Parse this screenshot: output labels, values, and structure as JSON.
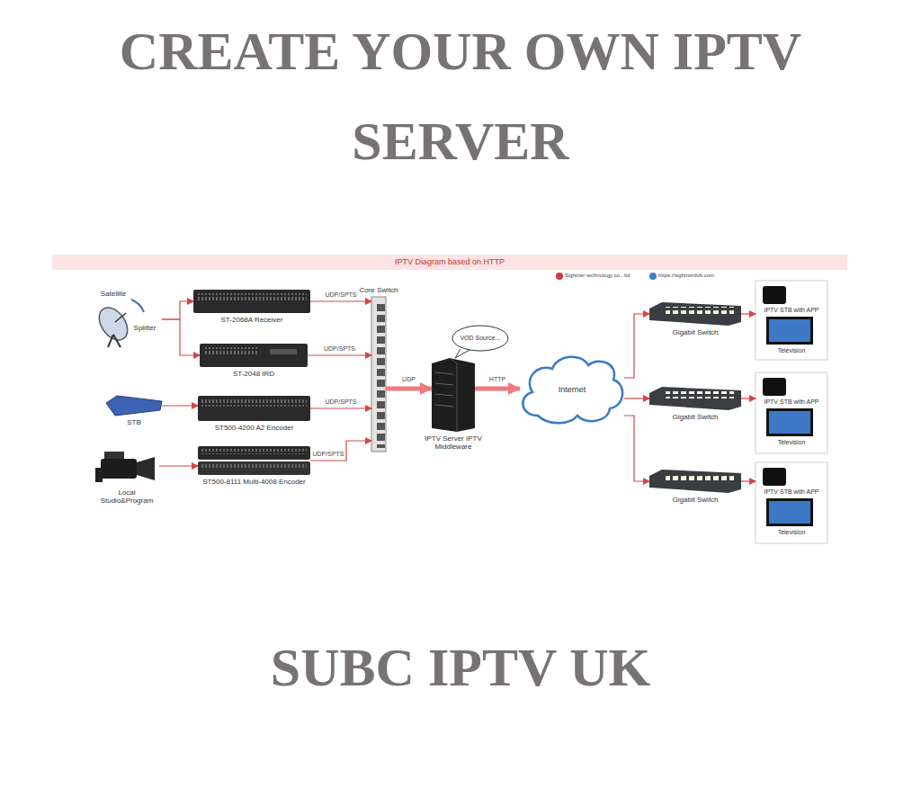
{
  "diagram": {
    "title": "CREATE YOUR OWN IPTV SERVER",
    "caption": "SUBC IPTV UK",
    "nodes": [
      {
        "text": [
          "Satellite",
          "Splitter"
        ]
      },
      {
        "text": [
          "ST-2068A Receiver"
        ]
      },
      {
        "text": [
          "ST-2048 IRD"
        ]
      },
      {
        "text": [
          "STB"
        ]
      },
      {
        "text": [
          "ST500-4200 A2 Encoder"
        ]
      },
      {
        "text": [
          "Local Studio&Program"
        ]
      },
      {
        "text": [
          "ST500-8111 Multi-4008 Encoder"
        ]
      },
      {
        "text": [
          "Core Switch"
        ]
      },
      {
        "text": [
          "VOD Source..."
        ]
      },
      {
        "text": [
          "IPTV Server IPTV Middleware"
        ]
      },
      {
        "text": [
          "Internet"
        ]
      },
      {
        "text": [
          "Gigabit Switch"
        ]
      },
      {
        "text": [
          "Gigabit Switch"
        ]
      },
      {
        "text": [
          "Gigabit Switch"
        ]
      },
      {
        "text": [
          "IPTV STB with APP",
          "Television"
        ]
      },
      {
        "text": [
          "IPTV STB with APP",
          "Television"
        ]
      },
      {
        "text": [
          "IPTV STB with APP",
          "Television"
        ]
      }
    ],
    "edges": [
      {
        "from": 0,
        "to": 1,
        "arrow": "to"
      },
      {
        "from": 0,
        "to": 2,
        "arrow": "to"
      },
      {
        "from": 1,
        "to": 7,
        "label": "UDP/SPTS",
        "arrow": "to"
      },
      {
        "from": 2,
        "to": 7,
        "label": "UDP/SPTS",
        "arrow": "to"
      },
      {
        "from": 3,
        "to": 4,
        "arrow": "to"
      },
      {
        "from": 4,
        "to": 7,
        "label": "UDP/SPTS",
        "arrow": "to"
      },
      {
        "from": 5,
        "to": 6,
        "arrow": "to"
      },
      {
        "from": 6,
        "to": 7,
        "label": "UDP/SPTS",
        "arrow": "to"
      },
      {
        "from": 7,
        "to": 9,
        "label": "UDP",
        "arrow": "to"
      },
      {
        "from": 9,
        "to": 10,
        "label": "HTTP",
        "arrow": "to"
      },
      {
        "from": 10,
        "to": 11,
        "arrow": "to"
      },
      {
        "from": 10,
        "to": 12,
        "arrow": "to"
      },
      {
        "from": 10,
        "to": 13,
        "arrow": "to"
      },
      {
        "from": 11,
        "to": 14,
        "arrow": "to"
      },
      {
        "from": 12,
        "to": 15,
        "arrow": "to"
      },
      {
        "from": 13,
        "to": 16,
        "arrow": "to"
      }
    ],
    "labels": [
      "IPTV Diagram based on HTTP",
      "Sightner technology co., ltd",
      "https://sightnerdvb.com"
    ]
  }
}
